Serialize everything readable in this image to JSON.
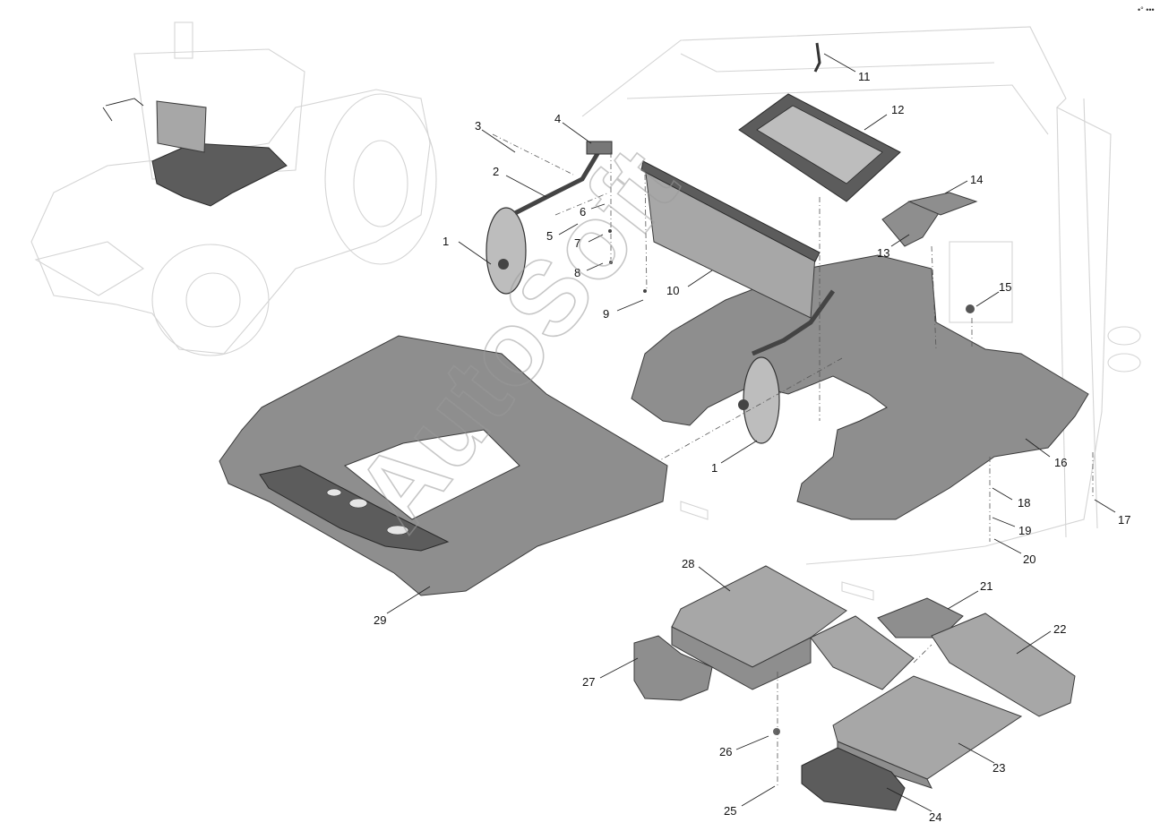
{
  "watermark": "AutoSoft",
  "corner_mark": "•° •••",
  "callouts": [
    {
      "label": "1"
    },
    {
      "label": "1"
    },
    {
      "label": "2"
    },
    {
      "label": "3"
    },
    {
      "label": "4"
    },
    {
      "label": "5"
    },
    {
      "label": "6"
    },
    {
      "label": "7"
    },
    {
      "label": "8"
    },
    {
      "label": "9"
    },
    {
      "label": "10"
    },
    {
      "label": "11"
    },
    {
      "label": "12"
    },
    {
      "label": "13"
    },
    {
      "label": "14"
    },
    {
      "label": "15"
    },
    {
      "label": "16"
    },
    {
      "label": "17"
    },
    {
      "label": "18"
    },
    {
      "label": "19"
    },
    {
      "label": "20"
    },
    {
      "label": "21"
    },
    {
      "label": "22"
    },
    {
      "label": "23"
    },
    {
      "label": "24"
    },
    {
      "label": "25"
    },
    {
      "label": "26"
    },
    {
      "label": "27"
    },
    {
      "label": "28"
    },
    {
      "label": "29"
    }
  ]
}
